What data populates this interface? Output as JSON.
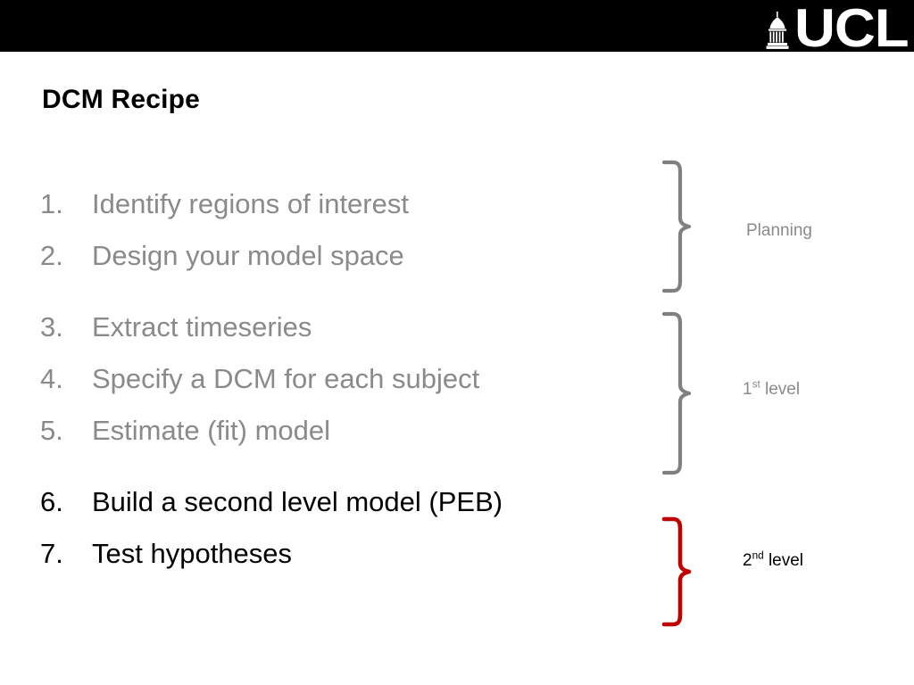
{
  "banner": {
    "logo_text": "UCL",
    "logo_icon": "ucl-dome-icon",
    "background_color": "#000000"
  },
  "slide": {
    "title": "DCM Recipe",
    "background_color": "#ffffff"
  },
  "colors": {
    "muted_text": "#8a8a8a",
    "active_text": "#000000",
    "brace_gray": "#808080",
    "brace_red": "#C00000"
  },
  "recipe": {
    "groups": [
      {
        "id": "planning",
        "items": [
          {
            "number": "1.",
            "text": "Identify regions of interest"
          },
          {
            "number": "2.",
            "text": "Design your model space"
          }
        ]
      },
      {
        "id": "first-level",
        "items": [
          {
            "number": "3.",
            "text": "Extract timeseries"
          },
          {
            "number": "4.",
            "text": "Specify a DCM for each subject"
          },
          {
            "number": "5.",
            "text": "Estimate (fit) model"
          }
        ]
      },
      {
        "id": "second-level",
        "items": [
          {
            "number": "6.",
            "text": "Build a second level model (PEB)"
          },
          {
            "number": "7.",
            "text": "Test hypotheses"
          }
        ]
      }
    ]
  },
  "braces": [
    {
      "id": "planning",
      "label": "Planning",
      "label_main": "Planning",
      "label_sup": "",
      "label_tail": "",
      "color": "#808080"
    },
    {
      "id": "first-level",
      "label": "1st level",
      "label_main": "1",
      "label_sup": "st",
      "label_tail": " level",
      "color": "#808080"
    },
    {
      "id": "second-level",
      "label": "2nd level",
      "label_main": "2",
      "label_sup": "nd",
      "label_tail": " level",
      "color": "#C00000"
    }
  ]
}
